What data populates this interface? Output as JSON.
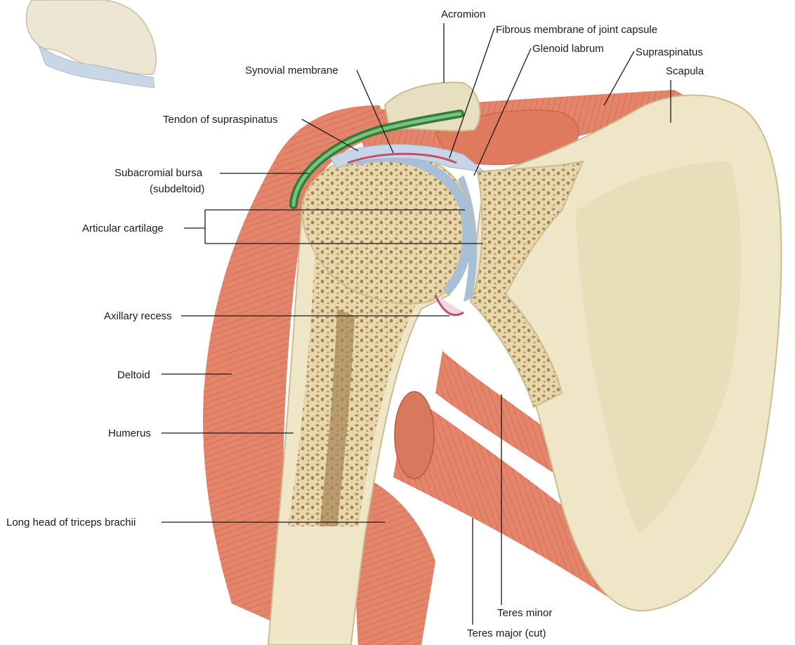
{
  "labels": {
    "acromion": "Acromion",
    "fibrous_membrane": "Fibrous membrane of joint capsule",
    "glenoid_labrum": "Glenoid labrum",
    "supraspinatus": "Supraspinatus",
    "scapula": "Scapula",
    "synovial_membrane": "Synovial membrane",
    "tendon_supraspinatus": "Tendon of supraspinatus",
    "subacromial_bursa_line1": "Subacromial bursa",
    "subacromial_bursa_line2": "(subdeltoid)",
    "articular_cartilage": "Articular cartilage",
    "axillary_recess": "Axillary recess",
    "deltoid": "Deltoid",
    "humerus": "Humerus",
    "long_head_triceps": "Long head of triceps brachii",
    "teres_minor": "Teres minor",
    "teres_major": "Teres major (cut)"
  },
  "colors": {
    "muscle": "#e07a5f",
    "muscle_dark": "#c85a42",
    "bone": "#efe6c8",
    "bone_shadow": "#d9cda2",
    "spongy": "#c9a877",
    "capsule": "#b7c7dc",
    "bursa": "#3f9a4a",
    "cartilage": "#a9bfd6",
    "synovial": "#c0506a"
  }
}
